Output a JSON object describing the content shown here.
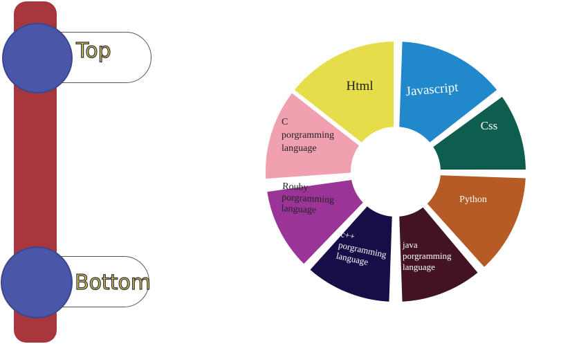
{
  "timeline": {
    "top_label": "Top",
    "bottom_label": "Bottom"
  },
  "wheel": {
    "segments": [
      {
        "id": "html",
        "label_lines": [
          "Html"
        ],
        "color": "#e6dd4b",
        "text_color": "#222222"
      },
      {
        "id": "javascript",
        "label_lines": [
          "Javascript"
        ],
        "color": "#2288cc",
        "text_color": "#ffffff"
      },
      {
        "id": "css",
        "label_lines": [
          "Css"
        ],
        "color": "#0d5e4f",
        "text_color": "#ffffff"
      },
      {
        "id": "python",
        "label_lines": [
          "Python"
        ],
        "color": "#b55b26",
        "text_color": "#ffffff"
      },
      {
        "id": "java",
        "label_lines": [
          "java",
          "porgramming",
          "language"
        ],
        "color": "#421323",
        "text_color": "#ffffff"
      },
      {
        "id": "cpp",
        "label_lines": [
          "c++",
          "porgramming",
          "language"
        ],
        "color": "#170e47",
        "text_color": "#ffffff"
      },
      {
        "id": "ruby",
        "label_lines": [
          "Rouby",
          "porgramming",
          "language"
        ],
        "color": "#9a3597",
        "text_color": "#222222"
      },
      {
        "id": "c",
        "label_lines": [
          "C",
          "porgramming",
          "language"
        ],
        "color": "#f1a0b0",
        "text_color": "#222222"
      }
    ]
  }
}
